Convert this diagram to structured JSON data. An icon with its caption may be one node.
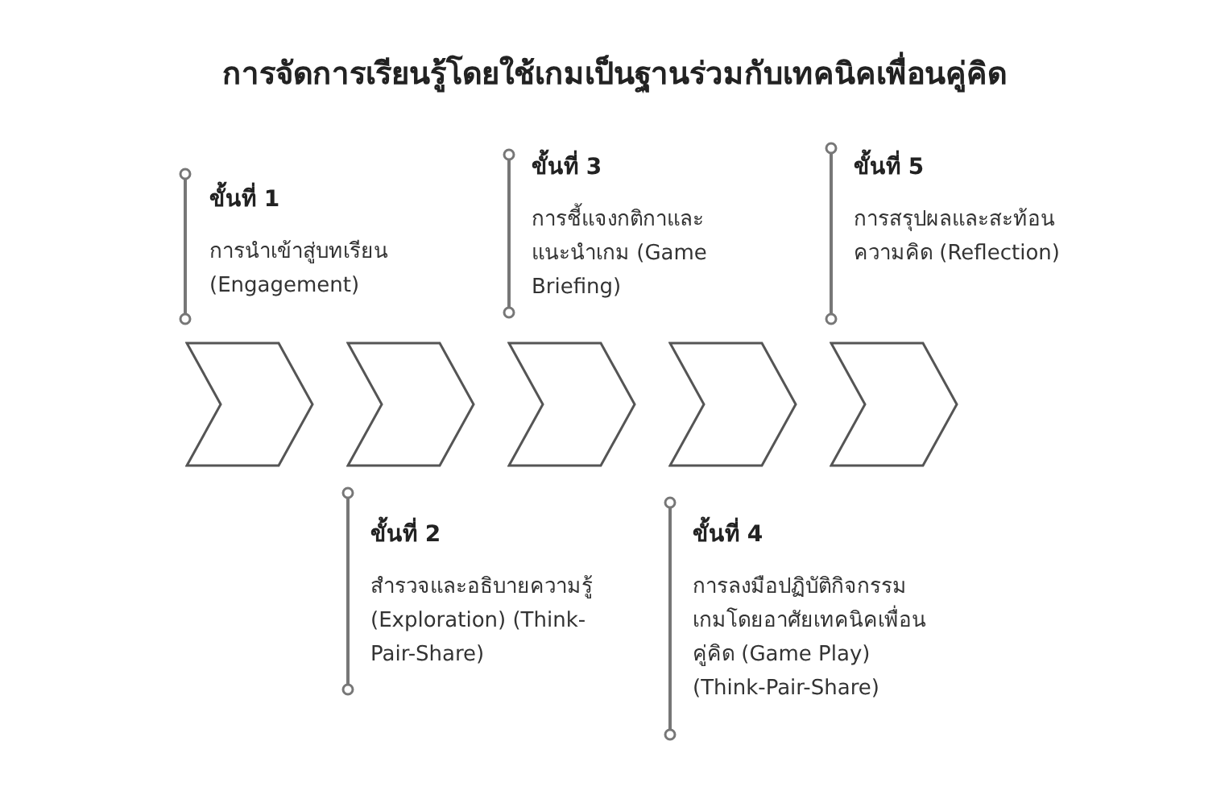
{
  "diagram": {
    "title": "การจัดการเรียนรู้โดยใช้เกมเป็นฐานร่วมกับเทคนิคเพื่อนคู่คิด",
    "nodes": [
      {
        "text": [
          "ขั้นที่ 1",
          "การนำเข้าสู่บทเรียน (Engagement)"
        ]
      },
      {
        "text": [
          "ขั้นที่ 2",
          "สำรวจและอธิบายความรู้ (Exploration) (Think-Pair-Share)"
        ]
      },
      {
        "text": [
          "ขั้นที่ 3",
          "การชี้แจงกติกาและแนะนำเกม (Game Briefing)"
        ]
      },
      {
        "text": [
          "ขั้นที่ 4",
          "การลงมือปฏิบัติกิจกรรมเกมโดยอาศัยเทคนิคเพื่อนคู่คิด (Game Play) (Think-Pair-Share)"
        ]
      },
      {
        "text": [
          "ขั้นที่ 5",
          "การสรุปผลและสะท้อนความคิด (Reflection)"
        ]
      },
      {
        "text": [],
        "shape": "chevron"
      },
      {
        "text": [],
        "shape": "chevron"
      },
      {
        "text": [],
        "shape": "chevron"
      },
      {
        "text": [],
        "shape": "chevron"
      },
      {
        "text": [],
        "shape": "chevron"
      }
    ],
    "edges": []
  }
}
